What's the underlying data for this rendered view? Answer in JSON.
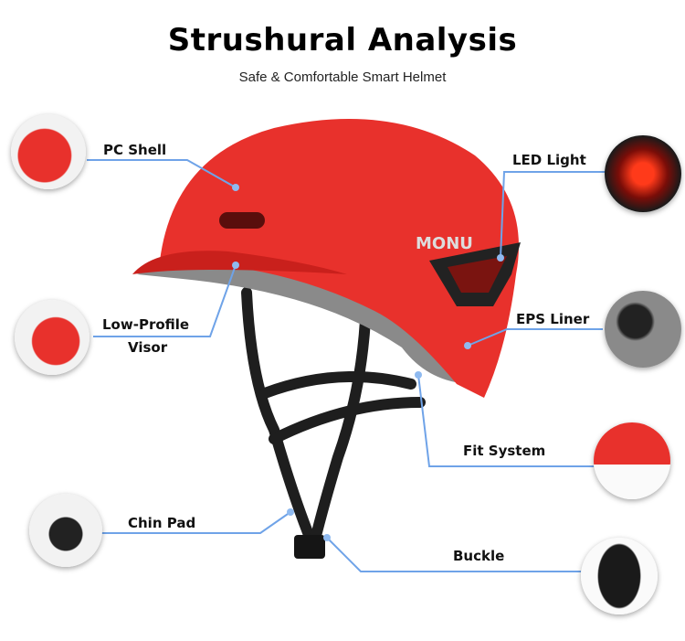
{
  "header": {
    "title": "Strushural Analysis",
    "subtitle": "Safe & Comfortable Smart Helmet"
  },
  "brand_logo": "MONU",
  "labels": {
    "pc_shell": "PC Shell",
    "visor_line1": "Low-Profile",
    "visor_line2": "Visor",
    "chin_pad": "Chin Pad",
    "led_light": "LED Light",
    "eps_liner": "EPS Liner",
    "fit_system": "Fit System",
    "buckle": "Buckle"
  },
  "colors": {
    "helmet_red": "#e8312c",
    "line_blue": "#6fa3e8",
    "strap": "#1e1e1e",
    "liner": "#8a8a8a"
  }
}
